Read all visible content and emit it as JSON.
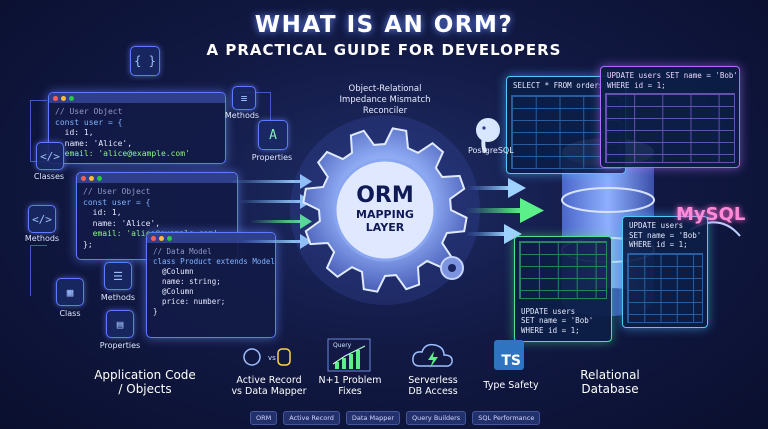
{
  "header": {
    "title": "WHAT IS AN ORM?",
    "subtitle": "A PRACTICAL GUIDE FOR DEVELOPERS"
  },
  "center": {
    "annotation": "Object-Relational\nImpedance Mismatch\nReconciler",
    "gear_line1": "ORM",
    "gear_line2": "MAPPING",
    "gear_line3": "LAYER"
  },
  "left": {
    "window1_code": [
      {
        "cls": "cm",
        "text": "// User Object"
      },
      {
        "cls": "kw",
        "text": "const user = {"
      },
      {
        "cls": "",
        "text": "  id: 1,"
      },
      {
        "cls": "",
        "text": "  name: 'Alice',"
      },
      {
        "cls": "str",
        "text": "  email: 'alice@example.com'"
      }
    ],
    "window2_code": [
      {
        "cls": "cm",
        "text": "// User Object"
      },
      {
        "cls": "kw",
        "text": "const user = {"
      },
      {
        "cls": "",
        "text": "  id: 1,"
      },
      {
        "cls": "",
        "text": "  name: 'Alice',"
      },
      {
        "cls": "str",
        "text": "  email: 'alice@example.com'"
      },
      {
        "cls": "",
        "text": "};"
      }
    ],
    "window3_code": [
      {
        "cls": "cm",
        "text": "// Data Model"
      },
      {
        "cls": "kw",
        "text": "class Product extends Model {"
      },
      {
        "cls": "",
        "text": "  @Column"
      },
      {
        "cls": "",
        "text": "  name: string;"
      },
      {
        "cls": "",
        "text": "  @Column"
      },
      {
        "cls": "",
        "text": "  price: number;"
      },
      {
        "cls": "",
        "text": "}"
      }
    ],
    "labels": {
      "classes": "Classes",
      "methods_top": "Methods",
      "properties_top": "Properties",
      "methods_mid": "Methods",
      "class": "Class",
      "methods_low": "Methods",
      "properties_low": "Properties"
    },
    "caption": "Application Code\n/ Objects"
  },
  "right": {
    "sql_top": [
      "SELECT * FROM orders;"
    ],
    "sql_top_right": [
      "UPDATE users SET name = 'Bob'",
      "WHERE id = 1;"
    ],
    "sql_mid_right": [
      "UPDATE users",
      "SET name = 'Bob'",
      "WHERE id = 1;"
    ],
    "sql_bottom": [
      "UPDATE users",
      "SET name = 'Bob'",
      "WHERE id = 1;"
    ],
    "postgres_label": "PostgreSQL",
    "mysql_label": "MySQL",
    "caption": "Relational\nDatabase"
  },
  "features": [
    {
      "label": "Active Record\nvs Data Mapper",
      "icon": "vs",
      "icon_name": "active-record-vs-data-mapper-icon"
    },
    {
      "label": "N+1 Problem\nFixes",
      "icon": "Query",
      "icon_name": "query-chart-icon"
    },
    {
      "label": "Serverless\nDB Access",
      "icon": "",
      "icon_name": "cloud-lightning-icon"
    },
    {
      "label": "Type Safety",
      "icon": "TS",
      "icon_name": "typescript-icon"
    }
  ],
  "tags": [
    "ORM",
    "Active Record",
    "Data Mapper",
    "Query Builders",
    "SQL Performance"
  ],
  "colors": {
    "accent": "#5b7cff",
    "arrow_green": "#5cf08a",
    "arrow_blue": "#6fb8ff",
    "ts_blue": "#2f74c0"
  }
}
